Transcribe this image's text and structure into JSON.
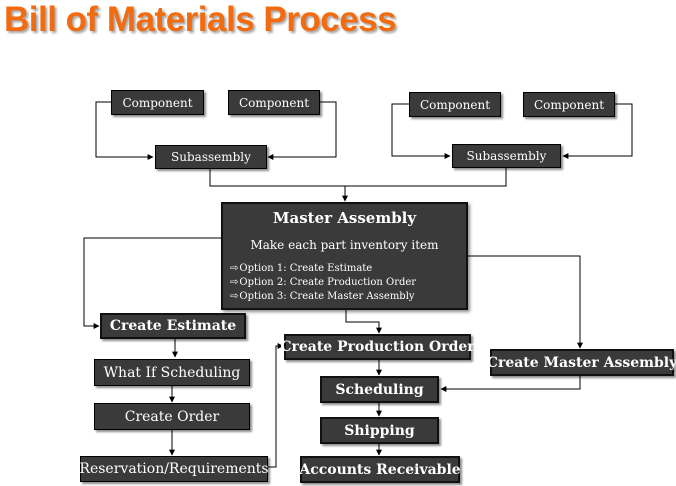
{
  "title": "Bill of Materials Process",
  "colors": {
    "title": "#f26b0f",
    "box_fill": "#3a3a3a",
    "box_text": "#ffffff",
    "connector": "#000000"
  },
  "top_left": {
    "component_a": "Component",
    "component_b": "Component",
    "subassembly": "Subassembly"
  },
  "top_right": {
    "component_a": "Component",
    "component_b": "Component",
    "subassembly": "Subassembly"
  },
  "master_assembly": {
    "title": "Master Assembly",
    "subtitle": "Make each part inventory item",
    "options": [
      "Option 1: Create Estimate",
      "Option 2: Create Production Order",
      "Option 3: Create Master Assembly"
    ],
    "option_icon": "right-arrow-icon"
  },
  "estimate_branch": {
    "create_estimate": "Create Estimate",
    "what_if": "What If Scheduling",
    "create_order": "Create Order",
    "reservation": "Reservation/Requirements"
  },
  "production_branch": {
    "create_production_order": "Create Production Order",
    "scheduling": "Scheduling",
    "shipping": "Shipping",
    "accounts_receivable": "Accounts Receivable"
  },
  "master_branch": {
    "create_master_assembly": "Create Master Assembly"
  }
}
